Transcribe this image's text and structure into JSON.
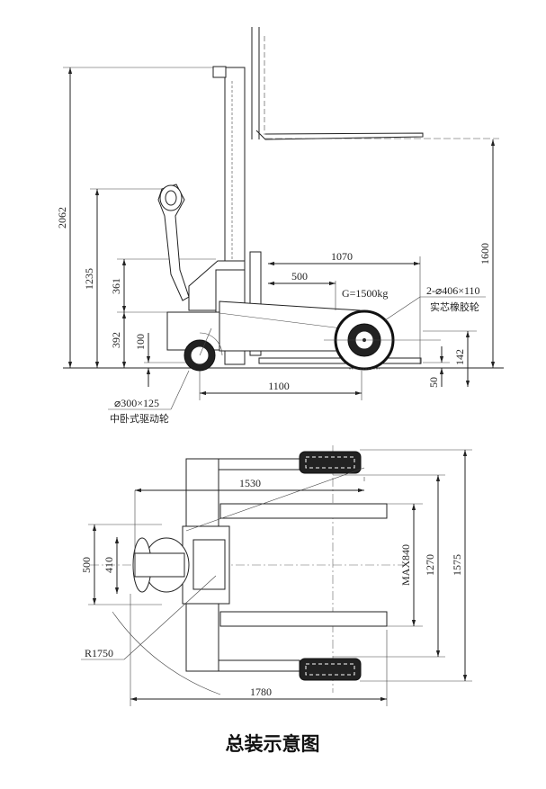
{
  "side_view": {
    "dims": {
      "overall_height": "2062",
      "handle_height": "1235",
      "d361": "361",
      "d392": "392",
      "d100": "100",
      "d1070": "1070",
      "d500": "500",
      "lift_height": "1600",
      "d142": "142",
      "d50": "50",
      "d1100": "1100"
    },
    "load_label": "G=1500kg",
    "load_wheel_spec": "2-⌀406×110",
    "load_wheel_name": "实芯橡胶轮",
    "drive_wheel_spec": "⌀300×125",
    "drive_wheel_name": "中卧式驱动轮"
  },
  "top_view": {
    "dims": {
      "d1530": "1530",
      "d500": "500",
      "d410": "410",
      "max840": "MAX840",
      "d1270": "1270",
      "d1575": "1575",
      "radius": "R1750",
      "d1780": "1780"
    }
  },
  "title": "总装示意图"
}
